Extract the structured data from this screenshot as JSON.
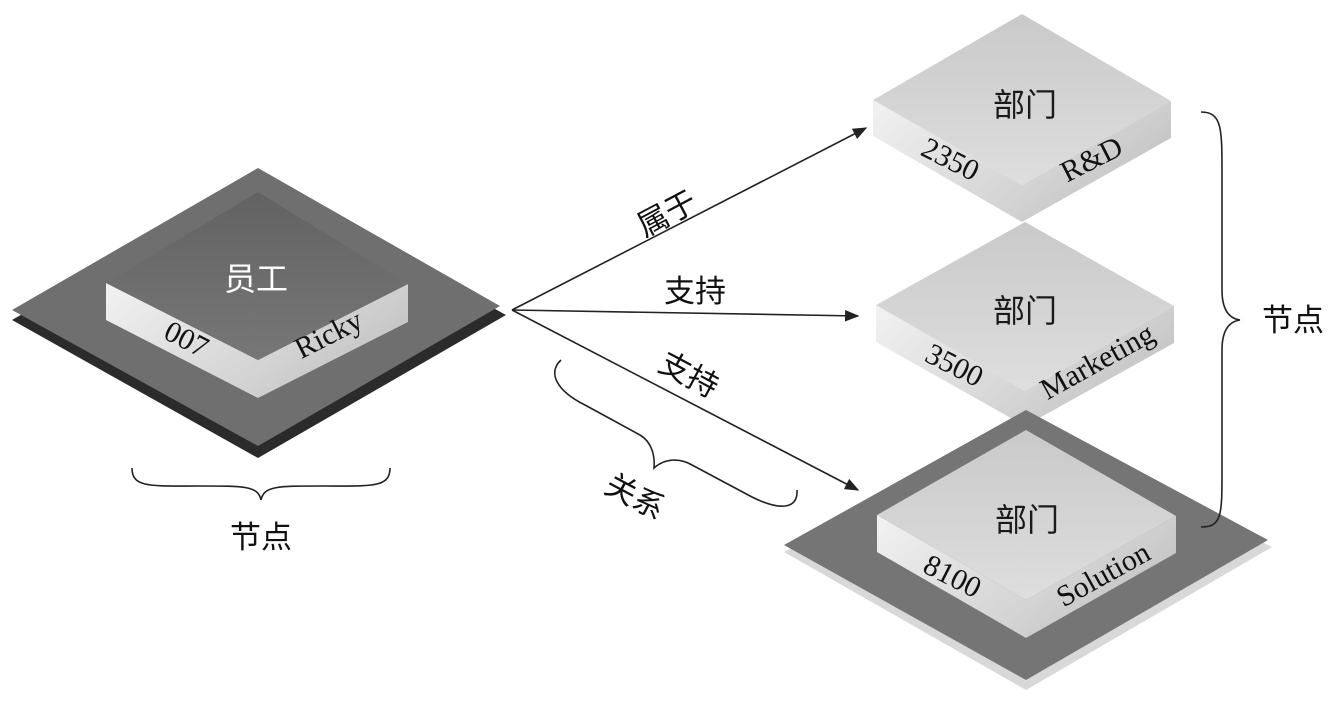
{
  "nodes": {
    "employee": {
      "title": "员工",
      "id": "007",
      "name": "Ricky"
    },
    "dept_rd": {
      "title": "部门",
      "id": "2350",
      "name": "R&D"
    },
    "dept_marketing": {
      "title": "部门",
      "id": "3500",
      "name": "Marketing"
    },
    "dept_solution": {
      "title": "部门",
      "id": "8100",
      "name": "Solution"
    }
  },
  "edges": {
    "to_rd": "属于",
    "to_marketing": "支持",
    "to_solution": "支持"
  },
  "annotations": {
    "employee_node_label": "节点",
    "departments_node_label": "节点",
    "relationship_label": "关系"
  },
  "colors": {
    "dark_top": "#6e6e6e",
    "dark_base": "#4a4a4a",
    "light_top": "#d4d4d4",
    "light_side": "#e9e9e9",
    "base_plate": "#7a7a7a"
  }
}
